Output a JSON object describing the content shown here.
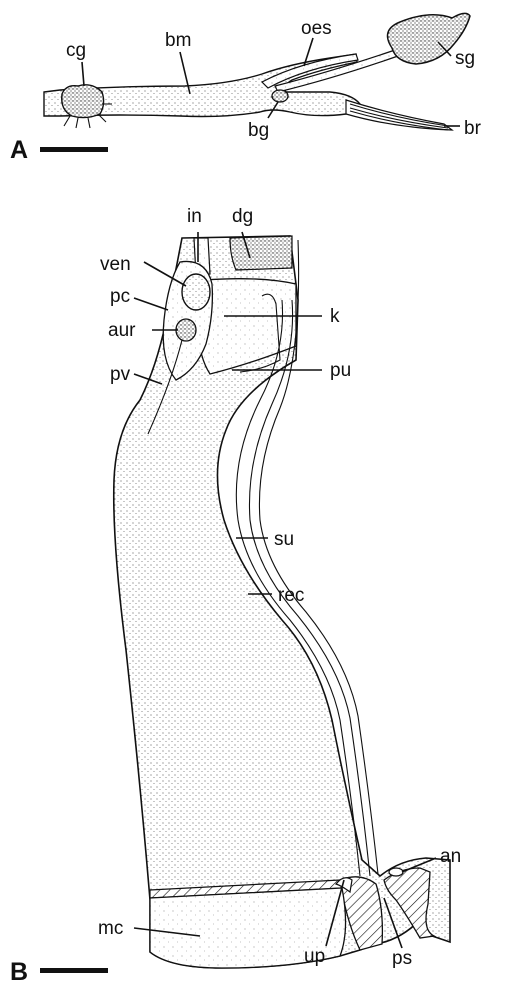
{
  "figure": {
    "panels": [
      {
        "id": "A",
        "label": "A"
      },
      {
        "id": "B",
        "label": "B"
      }
    ],
    "labels_a": {
      "cg": "cg",
      "bm": "bm",
      "oes": "oes",
      "sg": "sg",
      "bg": "bg",
      "br": "br"
    },
    "labels_b": {
      "in": "in",
      "dg": "dg",
      "ven": "ven",
      "pc": "pc",
      "aur": "aur",
      "pv": "pv",
      "k": "k",
      "pu": "pu",
      "su": "su",
      "rec": "rec",
      "an": "an",
      "mc": "mc",
      "up": "up",
      "ps": "ps"
    },
    "colors": {
      "ink": "#111111",
      "paper": "#ffffff",
      "stipple": "#f4f4f4"
    }
  }
}
